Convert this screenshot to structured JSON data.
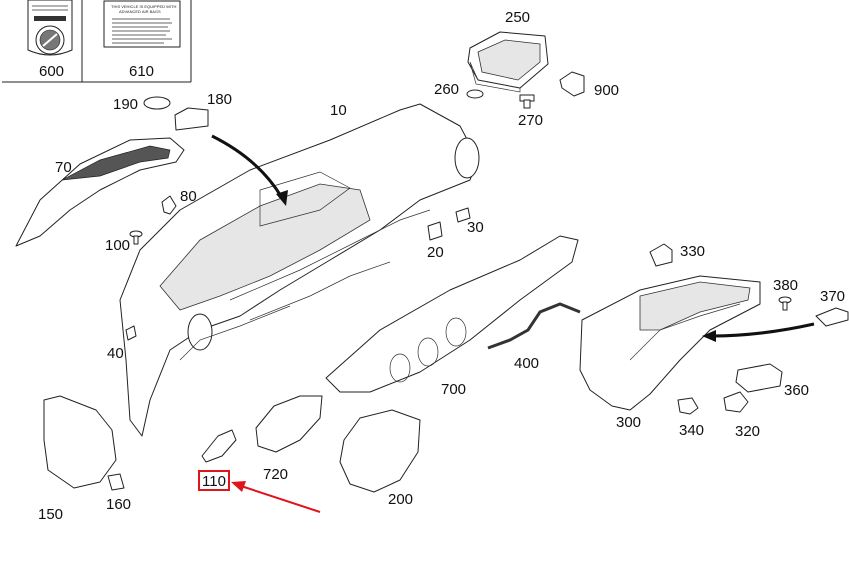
{
  "labels": {
    "l600": "600",
    "l610": "610",
    "l250": "250",
    "l260": "260",
    "l900": "900",
    "l270": "270",
    "l190": "190",
    "l180": "180",
    "l10": "10",
    "l70": "70",
    "l80": "80",
    "l100": "100",
    "l30": "30",
    "l20": "20",
    "l330": "330",
    "l380": "380",
    "l370": "370",
    "l40": "40",
    "l400": "400",
    "l700": "700",
    "l300": "300",
    "l340": "340",
    "l320": "320",
    "l360": "360",
    "l720": "720",
    "l110": "110",
    "l150": "150",
    "l160": "160",
    "l200": "200"
  },
  "highlight": {
    "target": "110",
    "box_color": "#e0141b",
    "arrow_color": "#e0141b"
  },
  "sticker_610": {
    "line1": "THIS VEHICLE IS EQUIPPED WITH",
    "line2": "ADVANCED AIR BAGS"
  }
}
